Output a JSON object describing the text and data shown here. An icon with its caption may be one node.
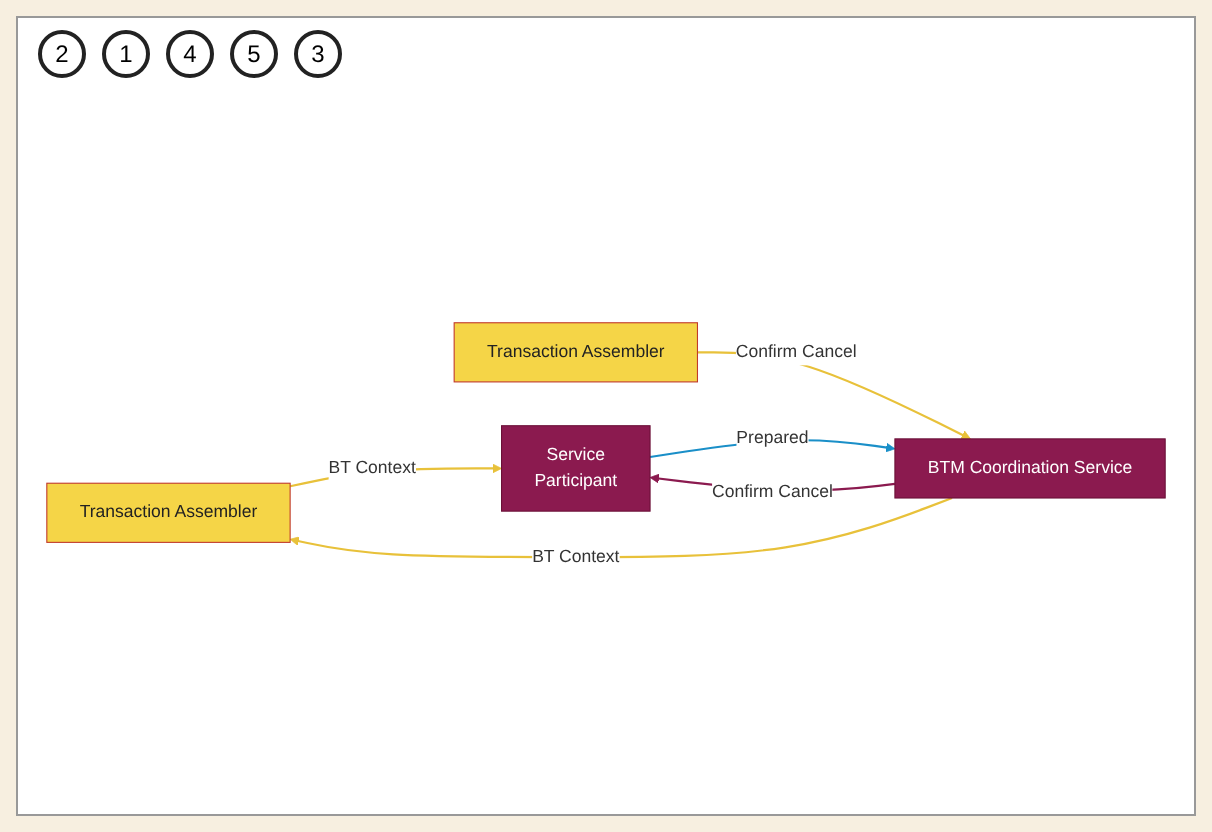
{
  "diagram": {
    "nodes": [
      {
        "text": [
          "Transaction Assembler"
        ]
      },
      {
        "text": [
          "Transaction Assembler"
        ]
      },
      {
        "text": [
          "BTM Coordination Service"
        ]
      },
      {
        "text": [
          "Service",
          "Participant"
        ]
      }
    ],
    "edges": [
      {
        "from": 2,
        "to": 0,
        "arrow": "to",
        "label": "BT Context"
      },
      {
        "from": 0,
        "to": 3,
        "arrow": "to",
        "label": "BT Context"
      },
      {
        "from": 1,
        "to": 2,
        "arrow": "to",
        "label": "Confirm Cancel"
      },
      {
        "from": 2,
        "to": 3,
        "arrow": "to",
        "label": "Confirm Cancel",
        "color": "#8b1a4f"
      },
      {
        "from": 3,
        "to": 2,
        "arrow": "to",
        "label": "Prepared",
        "color": "#1a8fc8"
      }
    ],
    "labels": [
      "2",
      "1",
      "4",
      "5",
      "3"
    ]
  }
}
